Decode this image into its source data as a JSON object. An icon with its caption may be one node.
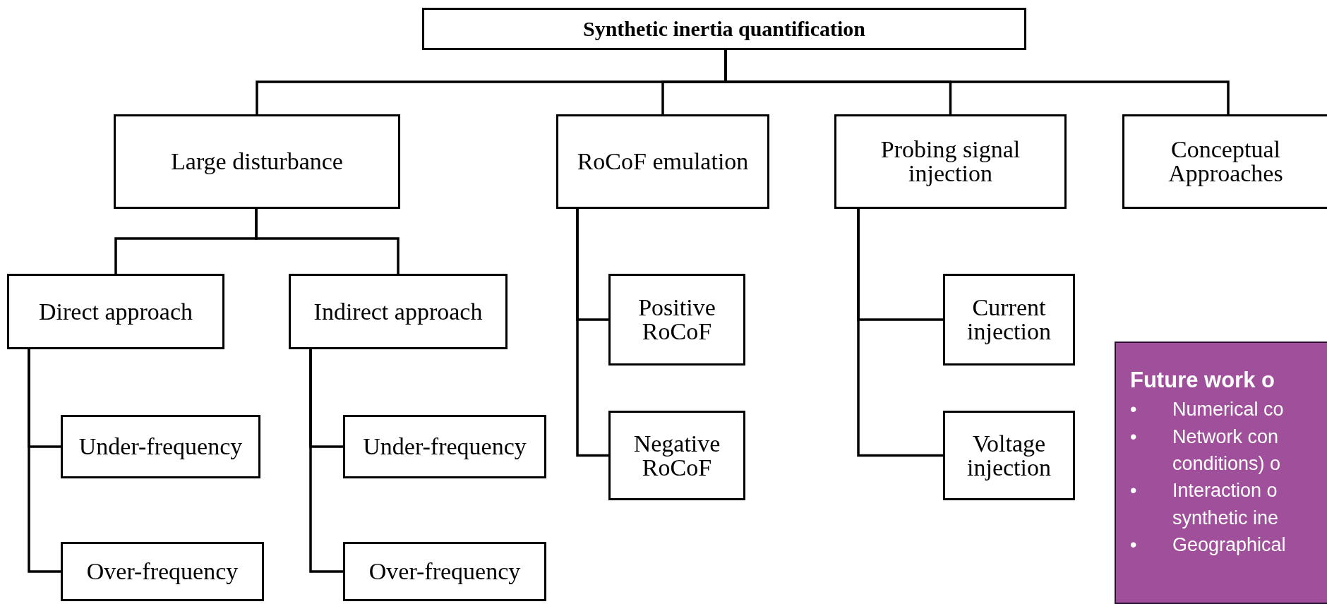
{
  "diagram": {
    "nodes": [
      {
        "text": [
          "Synthetic inertia quantification"
        ]
      },
      {
        "text": [
          "Large disturbance"
        ]
      },
      {
        "text": [
          "RoCoF emulation"
        ]
      },
      {
        "text": [
          "Probing signal injection"
        ]
      },
      {
        "text": [
          "Conceptual Approaches"
        ]
      },
      {
        "text": [
          "Direct approach"
        ]
      },
      {
        "text": [
          "Indirect approach"
        ]
      },
      {
        "text": [
          "Under-frequency"
        ]
      },
      {
        "text": [
          "Over-frequency"
        ]
      },
      {
        "text": [
          "Under-frequency"
        ]
      },
      {
        "text": [
          "Over-frequency"
        ]
      },
      {
        "text": [
          "Positive RoCoF"
        ]
      },
      {
        "text": [
          "Negative RoCoF"
        ]
      },
      {
        "text": [
          "Current injection"
        ]
      },
      {
        "text": [
          "Voltage injection"
        ]
      },
      {
        "text": [
          "Future work o",
          "•",
          "Numerical co",
          "•",
          "Network con conditions) o",
          "•",
          "Interaction o synthetic ine",
          "•",
          "Geographical"
        ]
      }
    ],
    "edges": [
      {
        "from": 0,
        "to": 1,
        "arrow": "none"
      },
      {
        "from": 0,
        "to": 2,
        "arrow": "none"
      },
      {
        "from": 0,
        "to": 3,
        "arrow": "none"
      },
      {
        "from": 0,
        "to": 4,
        "arrow": "none"
      },
      {
        "from": 1,
        "to": 5,
        "arrow": "none"
      },
      {
        "from": 1,
        "to": 6,
        "arrow": "none"
      },
      {
        "from": 5,
        "to": 7,
        "arrow": "none"
      },
      {
        "from": 5,
        "to": 8,
        "arrow": "none"
      },
      {
        "from": 6,
        "to": 9,
        "arrow": "none"
      },
      {
        "from": 6,
        "to": 10,
        "arrow": "none"
      },
      {
        "from": 2,
        "to": 11,
        "arrow": "none"
      },
      {
        "from": 2,
        "to": 12,
        "arrow": "none"
      },
      {
        "from": 3,
        "to": 13,
        "arrow": "none"
      },
      {
        "from": 3,
        "to": 14,
        "arrow": "none"
      }
    ]
  }
}
